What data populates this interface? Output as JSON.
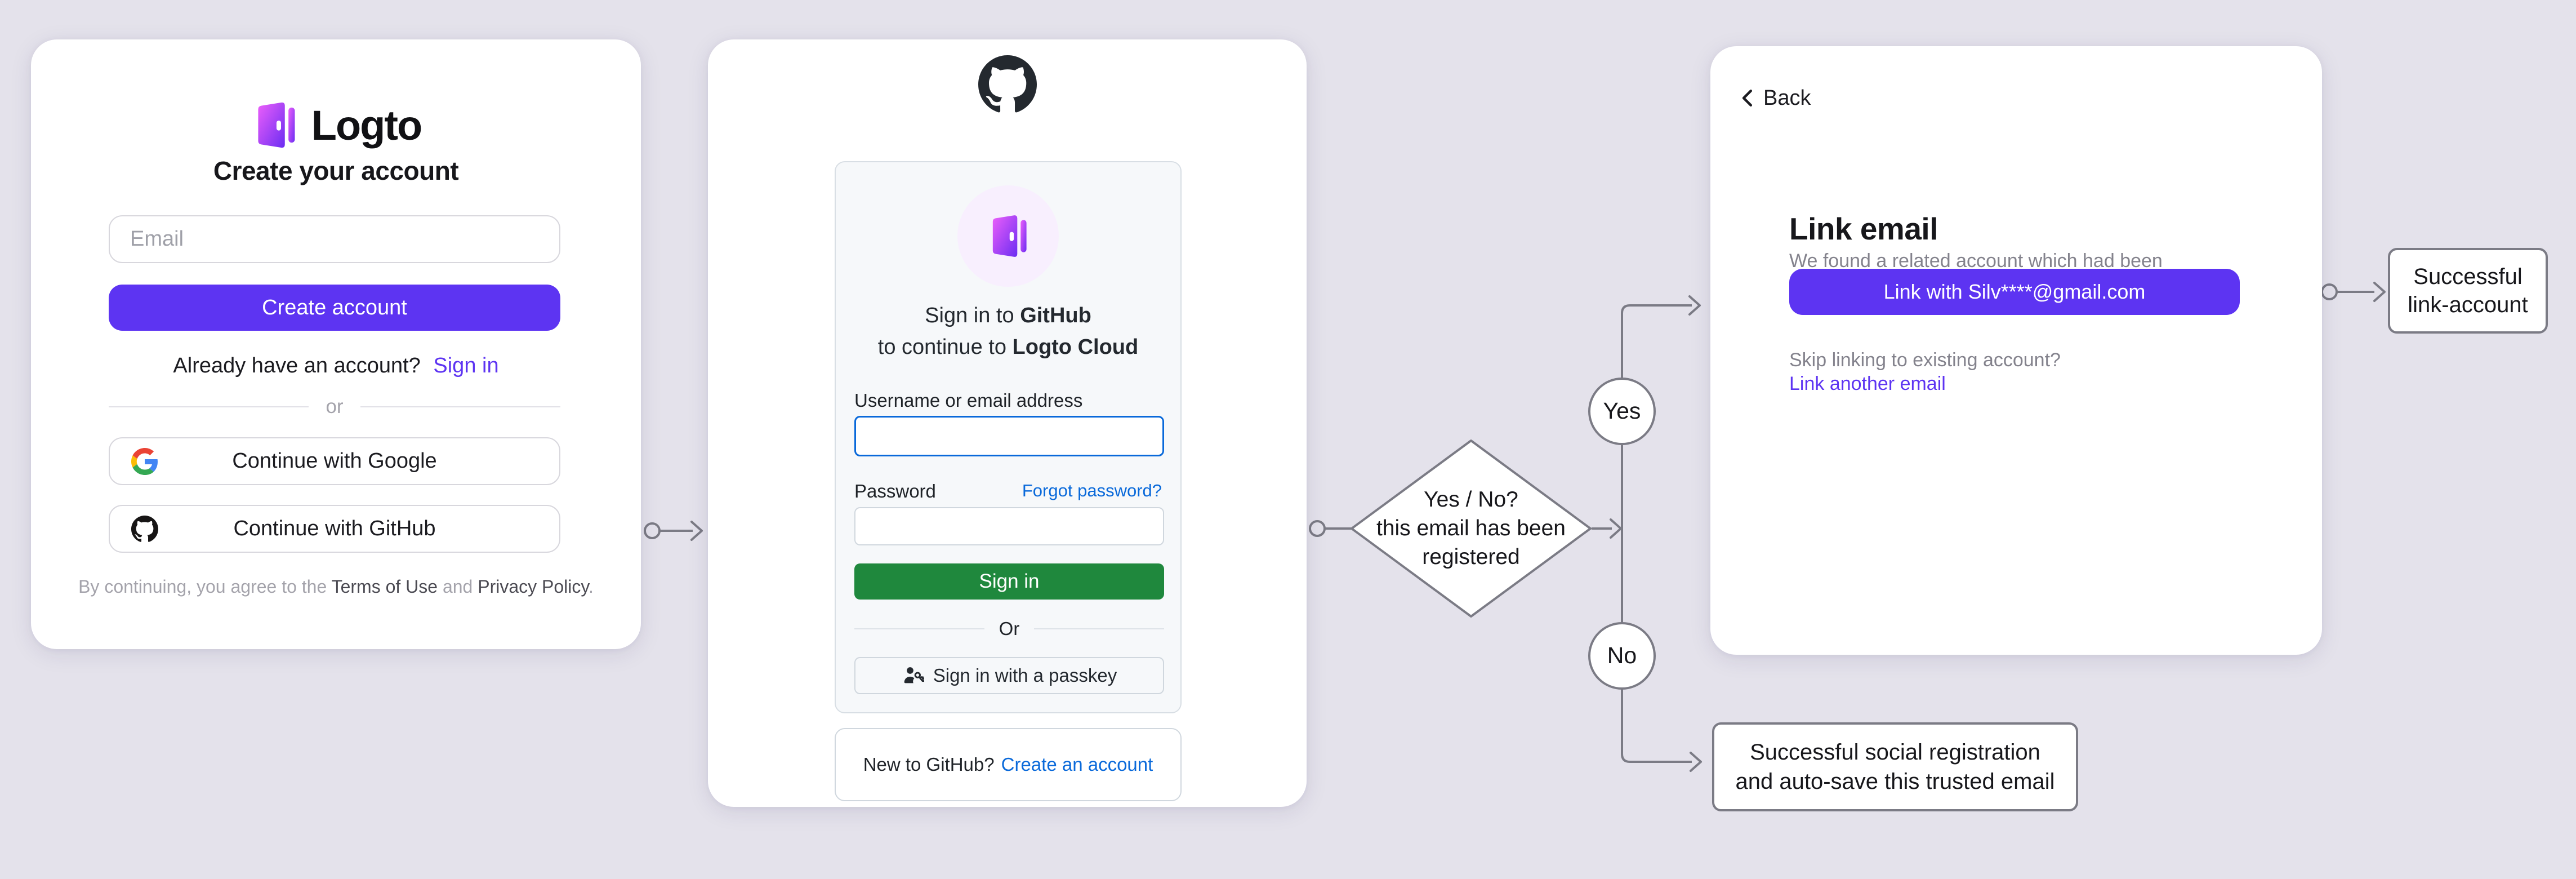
{
  "colors": {
    "background": "#e4e2eb",
    "card": "#ffffff",
    "accent_purple": "#5d34f2",
    "github_green": "#1f883d",
    "github_link_blue": "#0969da",
    "github_focus_blue": "#0969da",
    "flow_stroke": "#7b7b85",
    "github_panel_bg": "#f6f8fa"
  },
  "signup_card": {
    "brand": "Logto",
    "title": "Create your account",
    "email_placeholder": "Email",
    "create_button": "Create account",
    "signin_prompt": "Already have an account?",
    "signin_link": "Sign in",
    "divider": "or",
    "google_button": "Continue with Google",
    "github_button": "Continue with GitHub",
    "terms_prefix": "By continuing, you agree to the",
    "terms_link": "Terms of Use",
    "terms_and": "and",
    "privacy_link": "Privacy Policy",
    "terms_suffix": "."
  },
  "github_card": {
    "heading_line1_prefix": "Sign in to",
    "heading_line1_bold": "GitHub",
    "heading_line2_prefix": "to continue to",
    "heading_line2_bold": "Logto Cloud",
    "username_label": "Username or email address",
    "password_label": "Password",
    "forgot_link": "Forgot password?",
    "signin_button": "Sign in",
    "divider": "Or",
    "passkey_button": "Sign in with a passkey",
    "new_prompt": "New to GitHub?",
    "create_link": "Create an account"
  },
  "link_card": {
    "back": "Back",
    "title": "Link email",
    "description": "We found a related account which had been registered, and you can link it directly.",
    "link_button": "Link with Silv****@gmail.com",
    "skip_text": "Skip linking to existing account?",
    "link_another": "Link another email"
  },
  "flow": {
    "decision_line1": "Yes / No?",
    "decision_line2": "this email has been",
    "decision_line3": "registered",
    "yes": "Yes",
    "no": "No",
    "outcome_link_line1": "Successful",
    "outcome_link_line2": "link-account",
    "outcome_social_line1": "Successful social registration",
    "outcome_social_line2": "and auto-save this trusted email"
  }
}
